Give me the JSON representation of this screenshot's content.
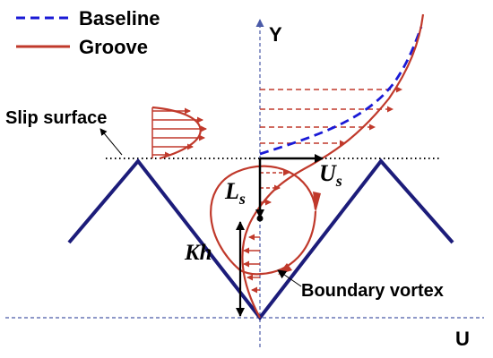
{
  "legend": {
    "baseline_label": "Baseline",
    "groove_label": "Groove"
  },
  "axes": {
    "y_label": "Y",
    "x_label": "U"
  },
  "annotations": {
    "slip_surface": "Slip surface",
    "boundary_vortex": "Boundary vortex"
  },
  "symbols": {
    "Us_main": "U",
    "Us_sub": "s",
    "Ls_main": "L",
    "Ls_sub": "s",
    "Kh": "Kh"
  },
  "colors": {
    "baseline": "#1a1ad6",
    "groove": "#c0392b",
    "groove_arrow": "#c0392b",
    "wall": "#1c1c7a",
    "axis": "#4b5ba8",
    "black": "#000000"
  }
}
